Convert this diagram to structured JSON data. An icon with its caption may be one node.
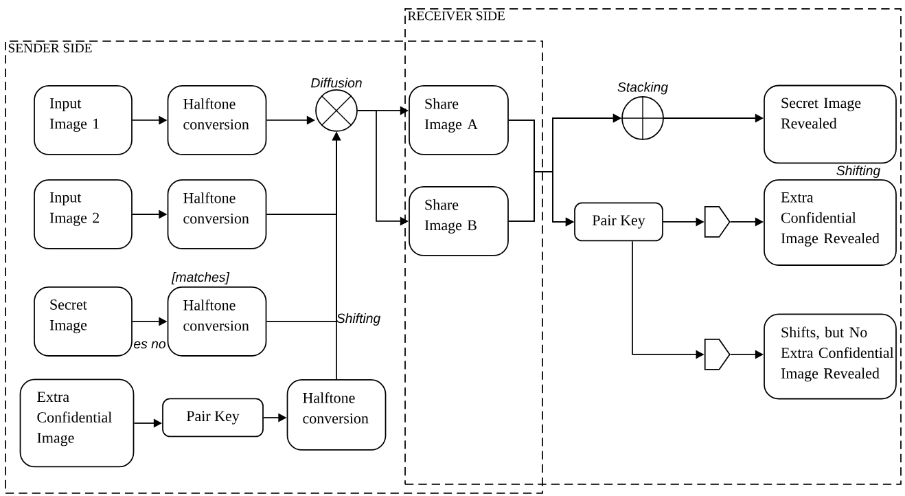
{
  "diagram": {
    "nodes": [
      {
        "text": [
          "SENDER SIDE"
        ]
      },
      {
        "text": [
          "RECEIVER SIDE"
        ]
      },
      {
        "text": [
          "Input Image 1"
        ],
        "in": 0
      },
      {
        "text": [
          "Halftone conversion"
        ],
        "in": 0
      },
      {
        "text": [
          "Input Image 2"
        ],
        "in": 0
      },
      {
        "text": [
          "Halftone conversion"
        ],
        "in": 0
      },
      {
        "text": [
          "Secret Image"
        ],
        "in": 0
      },
      {
        "text": [
          "Halftone conversion"
        ],
        "in": 0
      },
      {
        "text": [
          "Extra Confidential Image"
        ],
        "in": 0
      },
      {
        "text": [
          "Pair Key"
        ],
        "in": 0
      },
      {
        "text": [
          "Halftone conversion"
        ],
        "in": 0
      },
      {
        "text": [
          "Diffusion"
        ],
        "in": 0
      },
      {
        "text": [
          "Share Image A"
        ]
      },
      {
        "text": [
          "Share Image B"
        ]
      },
      {
        "text": [
          "Stacking"
        ],
        "in": 1
      },
      {
        "text": [
          "Secret Image Revealed"
        ],
        "in": 1
      },
      {
        "text": [
          "Pair Key"
        ],
        "in": 1
      },
      {
        "text": [],
        "shape": "pentagon",
        "in": 1
      },
      {
        "text": [
          "Extra Confidential Image Revealed"
        ],
        "in": 1
      },
      {
        "text": [],
        "shape": "pentagon",
        "in": 1
      },
      {
        "text": [
          "Shifts, but No Extra Confidential Image Revealed"
        ],
        "in": 1
      }
    ],
    "edges": [
      {
        "from": 2,
        "to": 3,
        "arrow": "to"
      },
      {
        "from": 3,
        "to": 11,
        "arrow": "to"
      },
      {
        "from": 4,
        "to": 5,
        "arrow": "to"
      },
      {
        "from": 5,
        "to": 11,
        "arrow": "to"
      },
      {
        "from": 6,
        "to": 7,
        "arrow": "to"
      },
      {
        "from": 7,
        "to": 11,
        "arrow": "to"
      },
      {
        "from": 8,
        "to": 9,
        "arrow": "to"
      },
      {
        "from": 9,
        "to": 10,
        "arrow": "to"
      },
      {
        "from": 10,
        "to": 11,
        "arrow": "to"
      },
      {
        "from": 11,
        "to": 12,
        "arrow": "to"
      },
      {
        "from": 11,
        "to": 13,
        "arrow": "to"
      },
      {
        "from": 12,
        "to": 14,
        "arrow": "to"
      },
      {
        "from": 12,
        "to": 16,
        "arrow": "to"
      },
      {
        "from": 13,
        "to": 14,
        "arrow": "to"
      },
      {
        "from": 13,
        "to": 16,
        "arrow": "to"
      },
      {
        "from": 14,
        "to": 15,
        "arrow": "to"
      },
      {
        "from": 16,
        "to": 17,
        "arrow": "to"
      },
      {
        "from": 17,
        "to": 18,
        "arrow": "to"
      },
      {
        "from": 16,
        "to": 19,
        "arrow": "to"
      },
      {
        "from": 19,
        "to": 20,
        "arrow": "to"
      }
    ],
    "labels": [
      "[matches]",
      "es no",
      "Shifting",
      "Shifting"
    ]
  }
}
